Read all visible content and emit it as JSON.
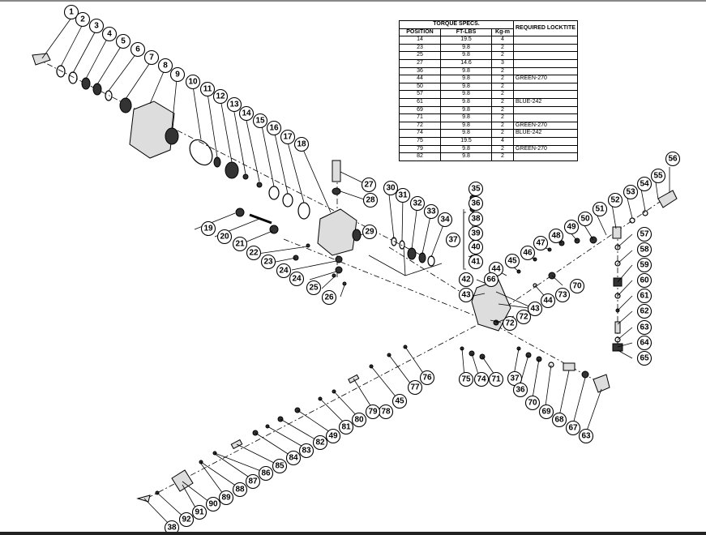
{
  "torque_table": {
    "header_group": "TORQUE SPECS.",
    "header_locktite": "REQUIRED LOCKTITE",
    "columns": [
      "POSITION",
      "FT-LBS",
      "Kg-m"
    ],
    "rows": [
      {
        "position": "14",
        "ft_lbs": "19.5",
        "kg_m": "4",
        "locktite": ""
      },
      {
        "position": "23",
        "ft_lbs": "9.8",
        "kg_m": "2",
        "locktite": ""
      },
      {
        "position": "25",
        "ft_lbs": "9.8",
        "kg_m": "2",
        "locktite": ""
      },
      {
        "position": "27",
        "ft_lbs": "14.6",
        "kg_m": "3",
        "locktite": ""
      },
      {
        "position": "36",
        "ft_lbs": "9.8",
        "kg_m": "2",
        "locktite": ""
      },
      {
        "position": "44",
        "ft_lbs": "9.8",
        "kg_m": "2",
        "locktite": "GREEN-270"
      },
      {
        "position": "50",
        "ft_lbs": "9.8",
        "kg_m": "2",
        "locktite": ""
      },
      {
        "position": "57",
        "ft_lbs": "9.8",
        "kg_m": "2",
        "locktite": ""
      },
      {
        "position": "61",
        "ft_lbs": "9.8",
        "kg_m": "2",
        "locktite": "BLUE-242"
      },
      {
        "position": "69",
        "ft_lbs": "9.8",
        "kg_m": "2",
        "locktite": ""
      },
      {
        "position": "71",
        "ft_lbs": "9.8",
        "kg_m": "2",
        "locktite": ""
      },
      {
        "position": "72",
        "ft_lbs": "9.8",
        "kg_m": "2",
        "locktite": "GREEN-270"
      },
      {
        "position": "74",
        "ft_lbs": "9.8",
        "kg_m": "2",
        "locktite": "BLUE-242"
      },
      {
        "position": "75",
        "ft_lbs": "19.5",
        "kg_m": "4",
        "locktite": ""
      },
      {
        "position": "79",
        "ft_lbs": "9.8",
        "kg_m": "2",
        "locktite": "GREEN-270"
      },
      {
        "position": "82",
        "ft_lbs": "9.8",
        "kg_m": "2",
        "locktite": ""
      }
    ]
  },
  "callouts": [
    "1",
    "2",
    "3",
    "4",
    "5",
    "6",
    "7",
    "8",
    "9",
    "10",
    "11",
    "12",
    "13",
    "14",
    "15",
    "16",
    "17",
    "18",
    "19",
    "20",
    "21",
    "22",
    "23",
    "24",
    "24",
    "25",
    "26",
    "27",
    "28",
    "29",
    "30",
    "31",
    "32",
    "33",
    "34",
    "35",
    "36",
    "37",
    "38",
    "39",
    "40",
    "41",
    "42",
    "43",
    "44",
    "45",
    "46",
    "47",
    "48",
    "49",
    "50",
    "51",
    "52",
    "53",
    "54",
    "55",
    "56",
    "57",
    "58",
    "59",
    "60",
    "61",
    "62",
    "63",
    "64",
    "65",
    "66",
    "43",
    "44",
    "72",
    "72",
    "73",
    "70",
    "71",
    "74",
    "75",
    "76",
    "77",
    "45",
    "78",
    "79",
    "80",
    "81",
    "49",
    "82",
    "83",
    "84",
    "85",
    "86",
    "87",
    "88",
    "89",
    "90",
    "91",
    "92",
    "38",
    "37",
    "36",
    "70",
    "69",
    "68",
    "67",
    "63"
  ]
}
